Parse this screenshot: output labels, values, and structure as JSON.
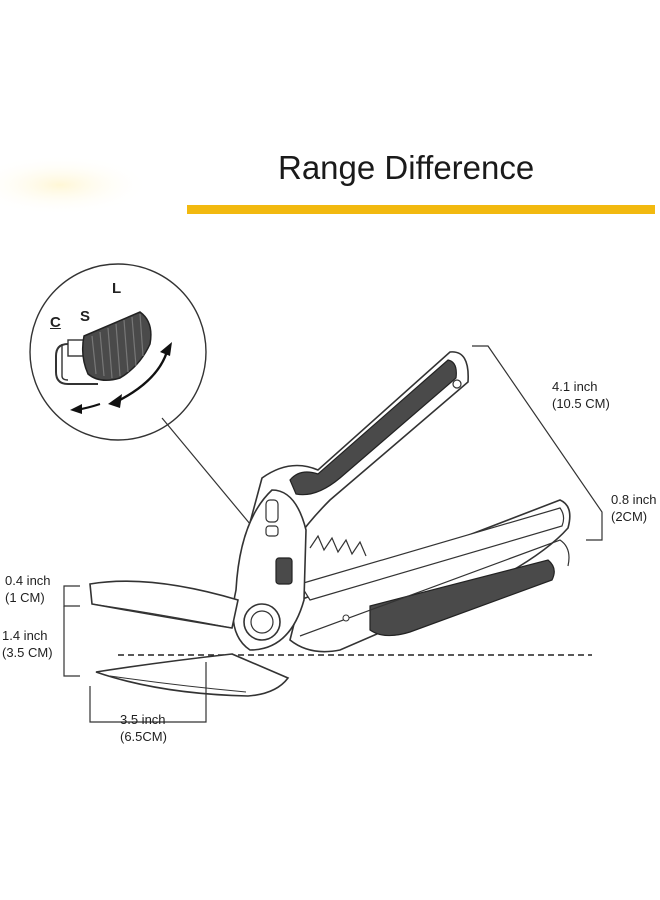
{
  "header": {
    "title": "Range Difference",
    "accent_color": "#f2b90f"
  },
  "inset": {
    "letters": {
      "c": "C",
      "s": "S",
      "l": "L"
    },
    "icon": "adjustment-dial-icon"
  },
  "dimensions": {
    "length_top": {
      "inch": "4.1 inch",
      "cm": "(10.5 CM)"
    },
    "handle_gap": {
      "inch": "0.8 inch",
      "cm": "(2CM)"
    },
    "blade_gap_small": {
      "inch": "0.4 inch",
      "cm": "(1 CM)"
    },
    "blade_gap_large": {
      "inch": "1.4 inch",
      "cm": "(3.5 CM)"
    },
    "blade_length": {
      "inch": "3.5 inch",
      "cm": "(6.5CM)"
    }
  },
  "colors": {
    "handle_grip": "#4a4a4a",
    "outline": "#2b2b2b"
  }
}
